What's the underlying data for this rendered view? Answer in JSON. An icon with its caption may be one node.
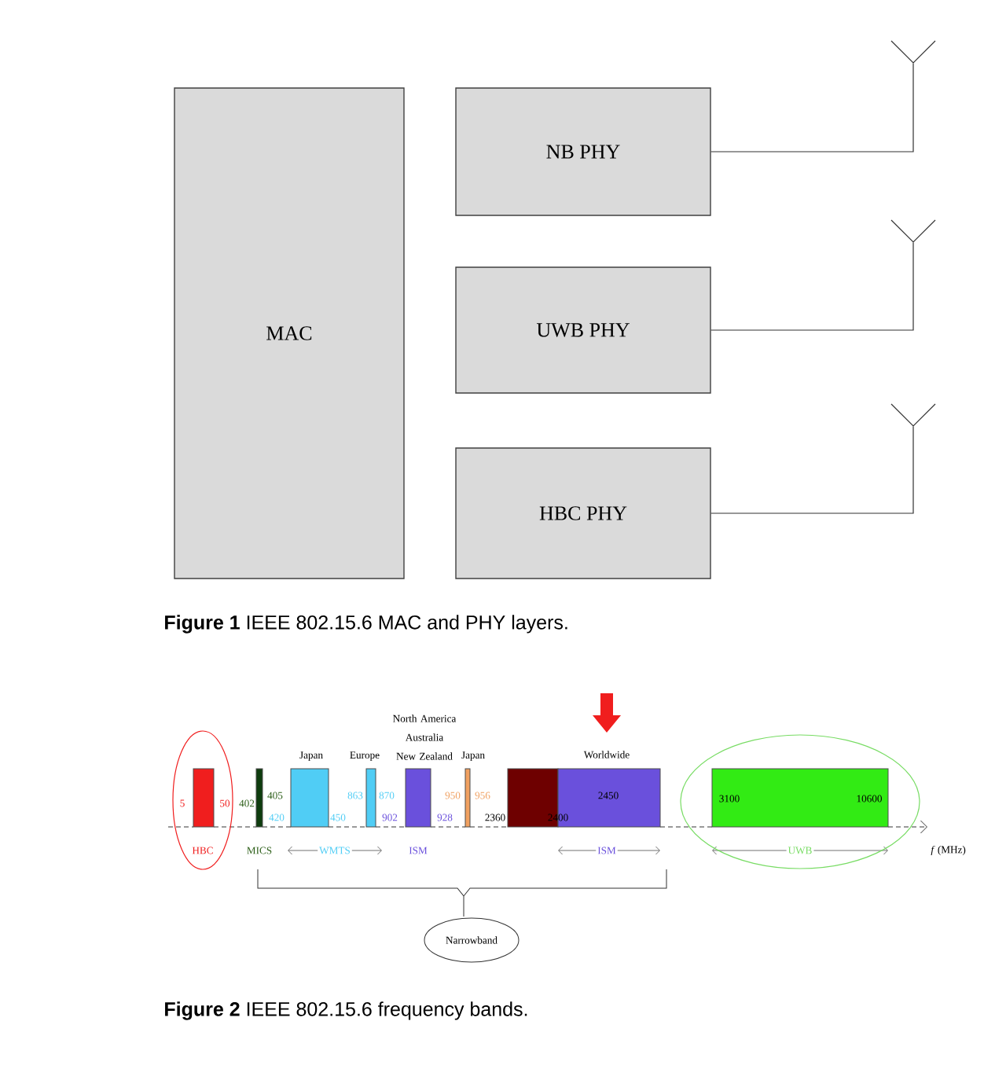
{
  "diagram": {
    "nodes": [
      {
        "text": [
          "MAC"
        ]
      },
      {
        "text": [
          "NB PHY"
        ]
      },
      {
        "text": [
          "UWB PHY"
        ]
      },
      {
        "text": [
          "HBC PHY"
        ]
      },
      {
        "text": [],
        "shape": "antenna"
      },
      {
        "text": [],
        "shape": "antenna"
      },
      {
        "text": [],
        "shape": "antenna"
      },
      {
        "text": [
          "5",
          "50",
          "HBC"
        ]
      },
      {
        "text": [
          "3100",
          "10600",
          "UWB"
        ]
      },
      {
        "text": [
          "Narrowband"
        ]
      }
    ],
    "edges": [
      {
        "from": 1,
        "to": 4,
        "arrow": "none"
      },
      {
        "from": 2,
        "to": 5,
        "arrow": "none"
      },
      {
        "from": 3,
        "to": 6,
        "arrow": "none"
      }
    ],
    "labels": [
      "**Figure 1** IEEE 802.15.6 MAC and PHY layers.",
      "North America Australia New Zealand",
      "Japan",
      "Europe",
      "Japan",
      "Worldwide",
      "402",
      "405",
      "863",
      "870",
      "950",
      "956",
      "2450",
      "420",
      "450",
      "902",
      "928",
      "2360",
      "2400",
      "MICS",
      "WMTS",
      "ISM",
      "ISM",
      "*f* (MHz)",
      "**Figure 2** IEEE 802.15.6 frequency bands."
    ]
  }
}
